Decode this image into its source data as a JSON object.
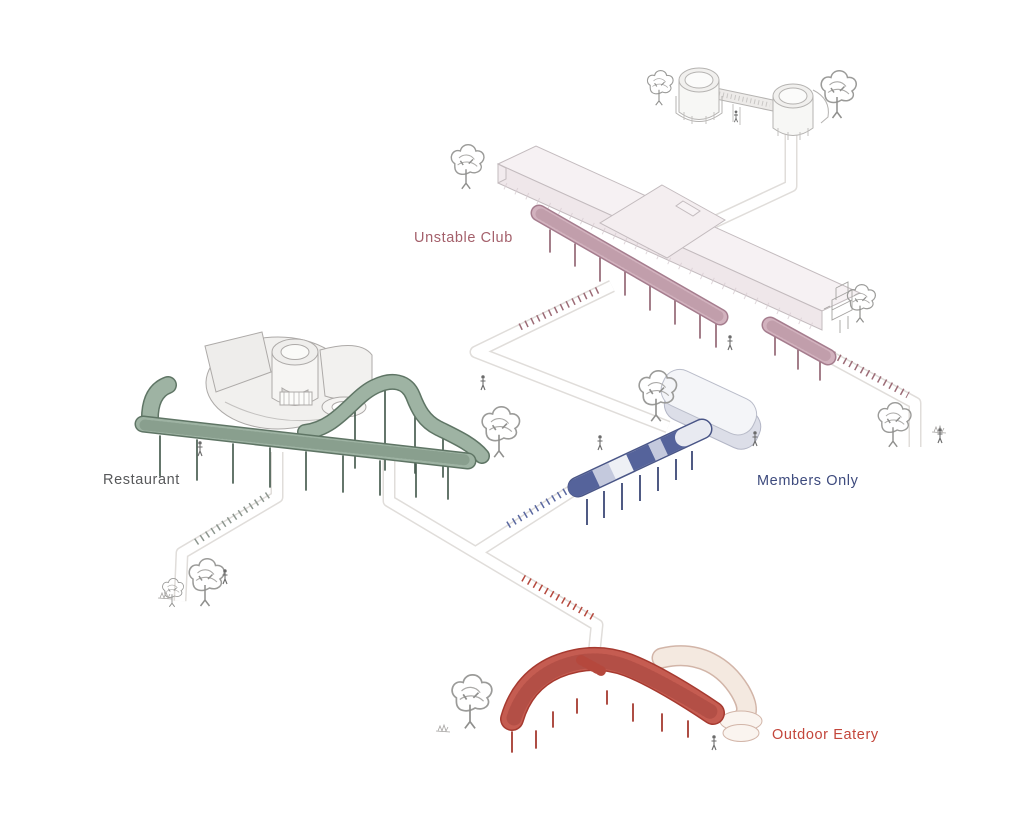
{
  "diagram": {
    "type": "architectural-axonometric-site-diagram",
    "labels": {
      "unstable_club": {
        "text": "Unstable Club",
        "color": "#a4606b"
      },
      "restaurant": {
        "text": "Restaurant",
        "color": "#58595b"
      },
      "members_only": {
        "text": "Members Only",
        "color": "#3e4b7e"
      },
      "outdoor_eatery": {
        "text": "Outdoor Eatery",
        "color": "#c3463b"
      }
    },
    "palette": {
      "club_ramp_pink": "#d6b6c2",
      "club_ramp_outline": "#a57d8e",
      "club_building": "#f6f1f3",
      "restaurant_ramp_green": "#a3b8a8",
      "restaurant_ramp_outline": "#5f7565",
      "members_walkway_blue": "#55639b",
      "members_walkway_light": "#c4c9dd",
      "eatery_ramp_red": "#c96055",
      "eatery_ramp_outline": "#a63a30",
      "eatery_counter_beige": "#f4e9e0",
      "path_edge_grey": "#e0ddda",
      "sketch_grey": "#9b9b99",
      "background": "#ffffff"
    },
    "icons": [
      "tree-icon",
      "person-icon",
      "grass-icon",
      "water-tower-icon"
    ]
  }
}
